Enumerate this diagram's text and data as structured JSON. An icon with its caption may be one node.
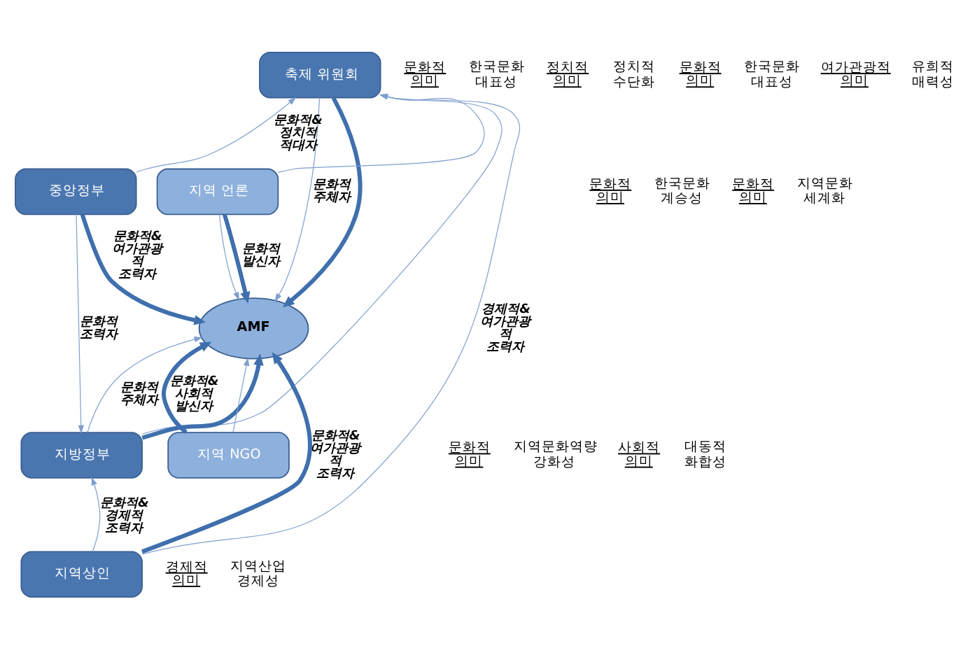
{
  "diagram": {
    "nodes": [
      {
        "text": [
          "축제 위원회"
        ]
      },
      {
        "text": [
          "중앙정부"
        ]
      },
      {
        "text": [
          "AMF"
        ]
      },
      {
        "text": [
          "지역 언론"
        ]
      },
      {
        "text": [
          "지방정부"
        ]
      },
      {
        "text": [
          "지역 NGO"
        ]
      },
      {
        "text": [
          "지역상인"
        ]
      }
    ],
    "edges": [
      {
        "from": 1,
        "to": 0,
        "arrow": "to",
        "label": "문화적& 정치적 적대자"
      },
      {
        "from": 4,
        "to": 0,
        "arrow": "to"
      },
      {
        "from": 3,
        "to": 0,
        "arrow": "to"
      },
      {
        "from": 0,
        "to": 2,
        "arrow": "to",
        "label": "문화적 주체자"
      },
      {
        "from": 0,
        "to": 2,
        "arrow": "to",
        "style": "thick"
      },
      {
        "from": 6,
        "to": 0,
        "arrow": "to",
        "label": "경제적& 여가관광 적 조력자"
      },
      {
        "from": 1,
        "to": 2,
        "arrow": "to",
        "style": "thick",
        "label": "문화적& 여가관광 적 조력자"
      },
      {
        "from": 1,
        "to": 4,
        "arrow": "to",
        "label": "문화적 조력자"
      },
      {
        "from": 3,
        "to": 2,
        "arrow": "to",
        "style": "thick",
        "label": "문화적 발신자"
      },
      {
        "from": 3,
        "to": 2,
        "arrow": "to"
      },
      {
        "from": 4,
        "to": 2,
        "arrow": "to",
        "style": "thick"
      },
      {
        "from": 4,
        "to": 2,
        "arrow": "to",
        "label": "문화적 주체자"
      },
      {
        "from": 5,
        "to": 2,
        "arrow": "to",
        "style": "thick",
        "label": "문화적& 사회적 발신자"
      },
      {
        "from": 5,
        "to": 2,
        "arrow": "to"
      },
      {
        "from": 6,
        "to": 2,
        "arrow": "to",
        "style": "thick",
        "label": "문화적& 여가관광 적 조력자"
      },
      {
        "from": 6,
        "to": 4,
        "arrow": "to",
        "label": "문화적& 경제적 조력자"
      }
    ],
    "labels": [
      "문화적 의미",
      "한국문화 대표성",
      "정치적 의미",
      "정치적 수단화",
      "문화적 의미",
      "한국문화 대표성",
      "여가관광적 의미",
      "유희적 매력성",
      "문화적 의미",
      "한국문화 계승성",
      "문화적 의미",
      "지역문화 세계화",
      "문화적 의미",
      "지역문화역량 강화성",
      "사회적 의미",
      "대동적 화합성",
      "경제적 의미",
      "지역산업 경제성"
    ]
  }
}
